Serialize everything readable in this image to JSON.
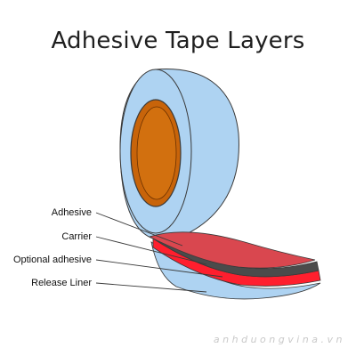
{
  "title": "Adhesive Tape Layers",
  "layers": [
    {
      "label": "Adhesive",
      "color": "#d9474f"
    },
    {
      "label": "Carrier",
      "color": "#4b4b4b"
    },
    {
      "label": "Optional adhesive",
      "color": "#ff1f2e"
    },
    {
      "label": "Release Liner",
      "color": "#aed3f2"
    }
  ],
  "roll": {
    "tape_color": "#aed3f2",
    "core_color": "#c8640a",
    "outline_color": "#3a3a3a"
  },
  "watermark": "anhduongvina.vn"
}
